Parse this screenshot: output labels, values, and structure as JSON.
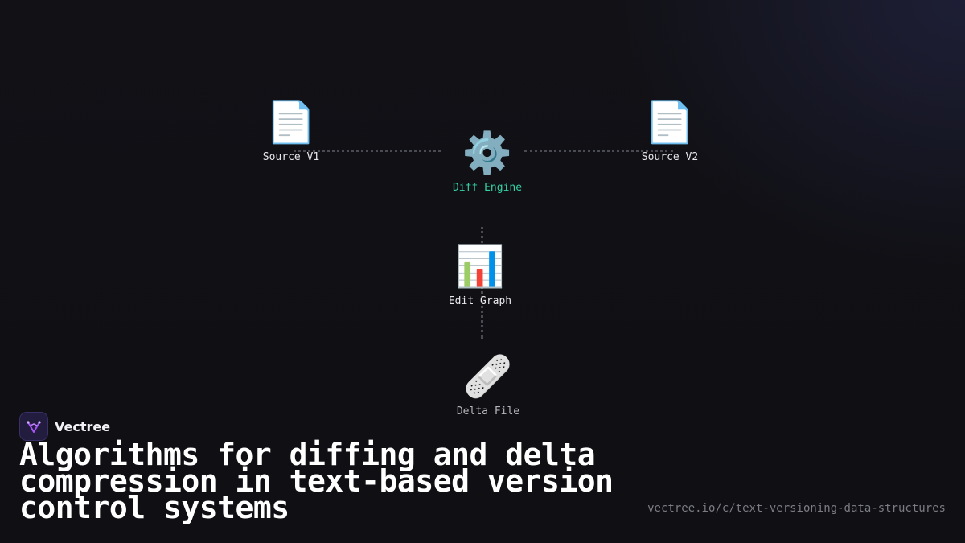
{
  "diagram": {
    "nodes": {
      "source_v1": {
        "icon": "document-icon",
        "glyph": "📄",
        "label": "Source V1"
      },
      "source_v2": {
        "icon": "document-icon",
        "glyph": "📄",
        "label": "Source V2"
      },
      "diff_engine": {
        "icon": "gear-icon",
        "glyph": "⚙️",
        "label": "Diff Engine",
        "label_color": "#34d3a6"
      },
      "edit_graph": {
        "icon": "bar-chart-icon",
        "glyph": "📊",
        "label": "Edit Graph"
      },
      "delta_file": {
        "icon": "bandage-icon",
        "glyph": "🩹",
        "label": "Delta File"
      }
    },
    "edges": [
      {
        "from": "Source V1",
        "to": "Diff Engine",
        "style": "dotted"
      },
      {
        "from": "Source V2",
        "to": "Diff Engine",
        "style": "dotted"
      },
      {
        "from": "Diff Engine",
        "to": "Edit Graph",
        "style": "dotted"
      },
      {
        "from": "Edit Graph",
        "to": "Delta File",
        "style": "dotted"
      }
    ]
  },
  "brand": {
    "name": "Vectree",
    "logo_icon": "vectree-logo-icon",
    "accent": "#a855f7"
  },
  "title": "Algorithms for diffing and delta compression in text-based version control systems",
  "url": "vectree.io/c/text-versioning-data-structures",
  "colors": {
    "background": "#111116",
    "accent_green": "#34d3a6",
    "edge": "#4a4a52"
  }
}
